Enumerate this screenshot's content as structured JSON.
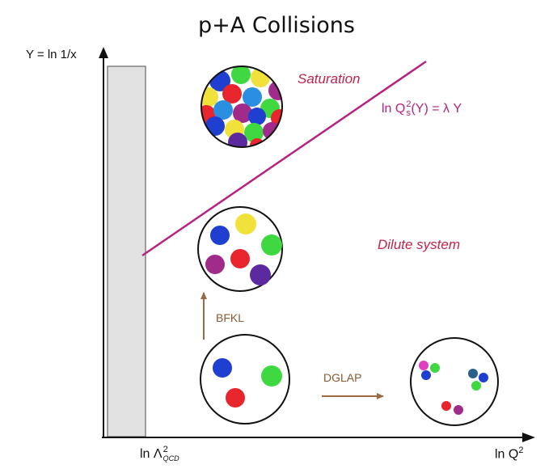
{
  "title": "p+A Collisions",
  "axes": {
    "y_label": "Y = ln 1/x",
    "x_label_main": "ln Q",
    "x_label_sup": "2",
    "x_marker_main": "ln Λ",
    "x_marker_sup": "2",
    "x_marker_sub": "QCD"
  },
  "regions": {
    "saturation": "Saturation",
    "dilute": "Dilute system"
  },
  "saturation_line": {
    "label_prefix": "ln Q",
    "label_sup": "2",
    "label_sub": "s",
    "label_suffix": "(Y) = λ Y"
  },
  "processes": {
    "bfkl": "BFKL",
    "dglap": "DGLAP"
  },
  "colors": {
    "axis": "#111111",
    "band_fill": "#e2e2e2",
    "band_stroke": "#666666",
    "saturation_line": "#b5237f",
    "region_text": "#c2244a",
    "process_text": "#8b5a32",
    "arrow": "#9a6a44"
  },
  "particles": {
    "saturated": [
      "#1f3fd0",
      "#f0e23a",
      "#3fd840",
      "#e8242c",
      "#a02b8a",
      "#5b2a9e",
      "#2a8fe0"
    ],
    "dilute": [
      "#1f3fd0",
      "#f0e23a",
      "#3fd840",
      "#a02b8a",
      "#e8242c",
      "#5b2a9e"
    ],
    "low": [
      "#1f3fd0",
      "#3fd840",
      "#e8242c"
    ],
    "right": [
      "#e040c0",
      "#3fd840",
      "#1f3fd0",
      "#2a5f8a",
      "#1f3fd0",
      "#3fd840",
      "#e8242c",
      "#a02b8a"
    ]
  }
}
